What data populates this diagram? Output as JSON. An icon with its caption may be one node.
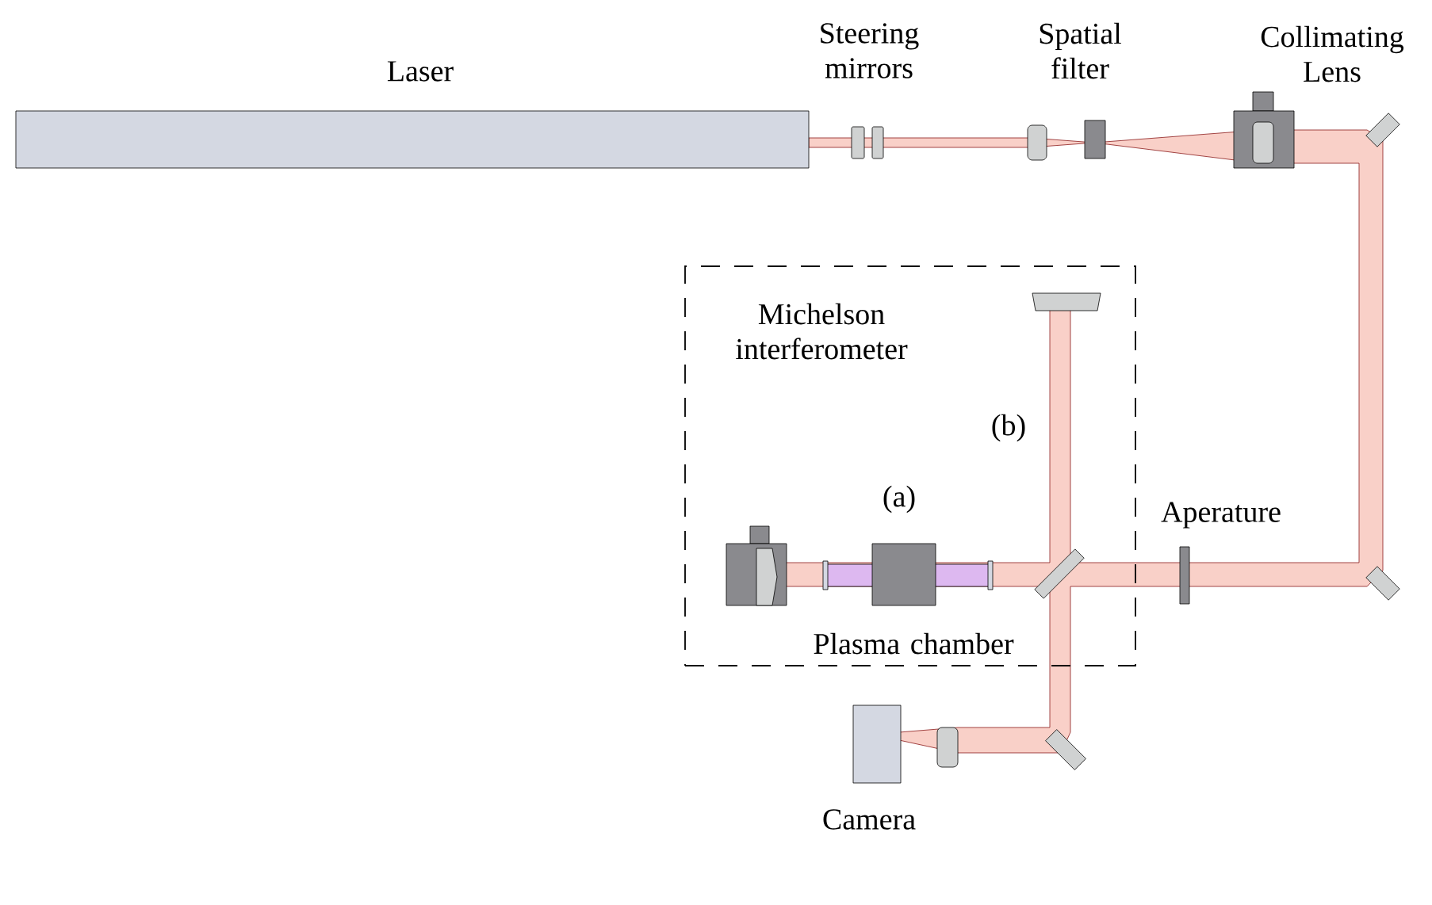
{
  "diagram": {
    "nodes": [
      {
        "text": [
          "Laser"
        ]
      },
      {
        "text": [
          "Michelson interferometer"
        ]
      },
      {
        "text": [
          "Camera"
        ]
      }
    ],
    "labels": [
      "Steering mirrors",
      "Spatial filter",
      "Collimating Lens",
      "(b)",
      "(a)",
      "Aperature",
      "Plasma chamber"
    ]
  }
}
